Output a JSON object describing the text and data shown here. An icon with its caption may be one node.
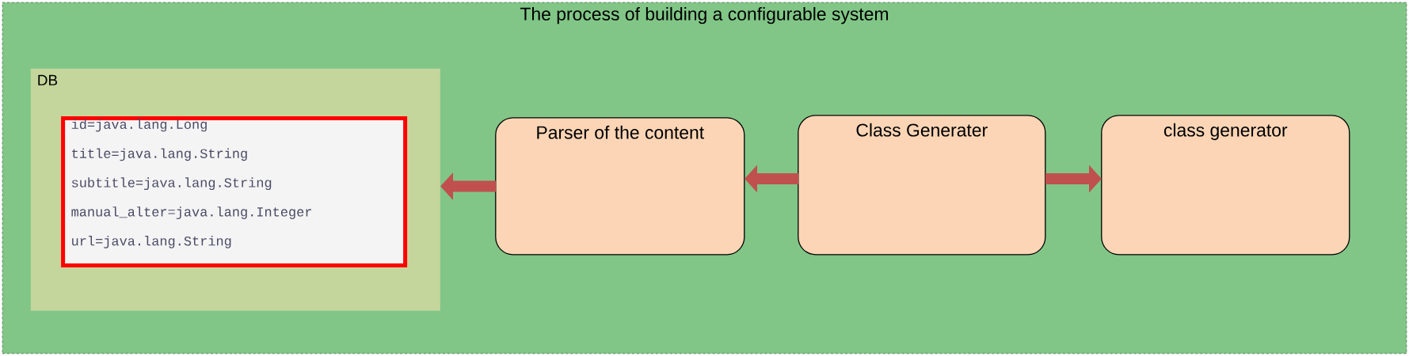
{
  "diagram": {
    "nodes": [
      {
        "text": [
          "The process of building a configurable system"
        ]
      },
      {
        "text": [
          "DB"
        ],
        "in": 0
      },
      {
        "text": [
          "id=java.lang.Long",
          "title=java.lang.String",
          "subtitle=java.lang.String",
          "manual_alter=java.lang.Integer",
          "url=java.lang.String"
        ],
        "in": 1
      },
      {
        "text": [
          "Parser of the content"
        ],
        "in": 0
      },
      {
        "text": [
          "Class Generater"
        ],
        "in": 0
      },
      {
        "text": [
          "class generator"
        ],
        "in": 0
      }
    ],
    "edges": [
      {
        "from": 3,
        "to": 1,
        "arrow": "to"
      },
      {
        "from": 4,
        "to": 3,
        "arrow": "to"
      },
      {
        "from": 4,
        "to": 5,
        "arrow": "to"
      }
    ]
  }
}
